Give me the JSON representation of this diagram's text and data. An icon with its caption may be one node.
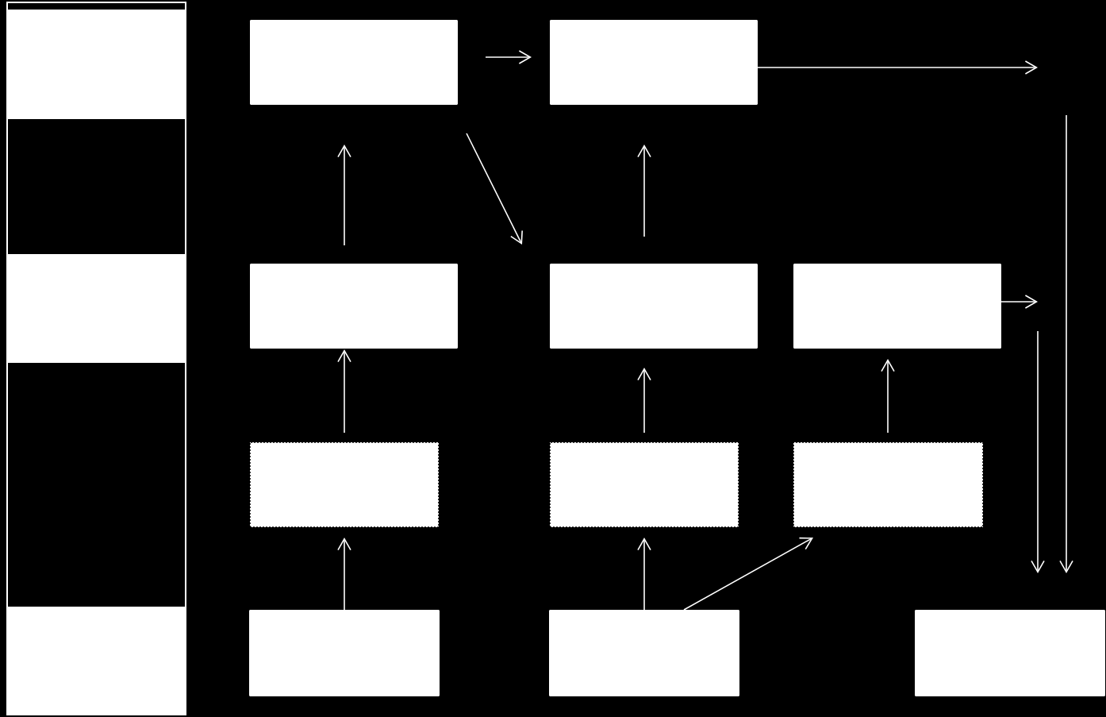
{
  "diagram": {
    "nodes": [
      {
        "text": [],
        "shape": "box"
      },
      {
        "text": [],
        "shape": "box",
        "in": 0
      },
      {
        "text": [],
        "shape": "box",
        "in": 0
      },
      {
        "text": [],
        "shape": "box",
        "in": 0
      },
      {
        "text": [],
        "shape": "box"
      },
      {
        "text": [],
        "shape": "box"
      },
      {
        "text": [],
        "shape": "box"
      },
      {
        "text": [],
        "shape": "box"
      },
      {
        "text": [],
        "shape": "box"
      },
      {
        "text": [],
        "shape": "box"
      },
      {
        "text": [],
        "shape": "box"
      },
      {
        "text": [],
        "shape": "box"
      },
      {
        "text": [],
        "shape": "box"
      },
      {
        "text": [],
        "shape": "box"
      },
      {
        "text": [],
        "shape": "box"
      }
    ],
    "edges": [
      {
        "from": 12,
        "to": 9,
        "arrow": "to"
      },
      {
        "from": 9,
        "to": 6,
        "arrow": "to"
      },
      {
        "from": 6,
        "to": 4,
        "arrow": "to"
      },
      {
        "from": 4,
        "to": 5,
        "arrow": "to"
      },
      {
        "from": 4,
        "to": 7,
        "arrow": "to"
      },
      {
        "from": 5,
        "to": null,
        "arrow": "to"
      },
      {
        "from": 13,
        "to": 10,
        "arrow": "to"
      },
      {
        "from": 13,
        "to": 11,
        "arrow": "to"
      },
      {
        "from": 10,
        "to": 7,
        "arrow": "to"
      },
      {
        "from": 7,
        "to": 5,
        "arrow": "to"
      },
      {
        "from": 11,
        "to": 8,
        "arrow": "to"
      },
      {
        "from": 8,
        "to": null,
        "arrow": "to"
      },
      {
        "from": null,
        "to": 14,
        "arrow": "to"
      },
      {
        "from": null,
        "to": 14,
        "arrow": "to"
      }
    ]
  }
}
